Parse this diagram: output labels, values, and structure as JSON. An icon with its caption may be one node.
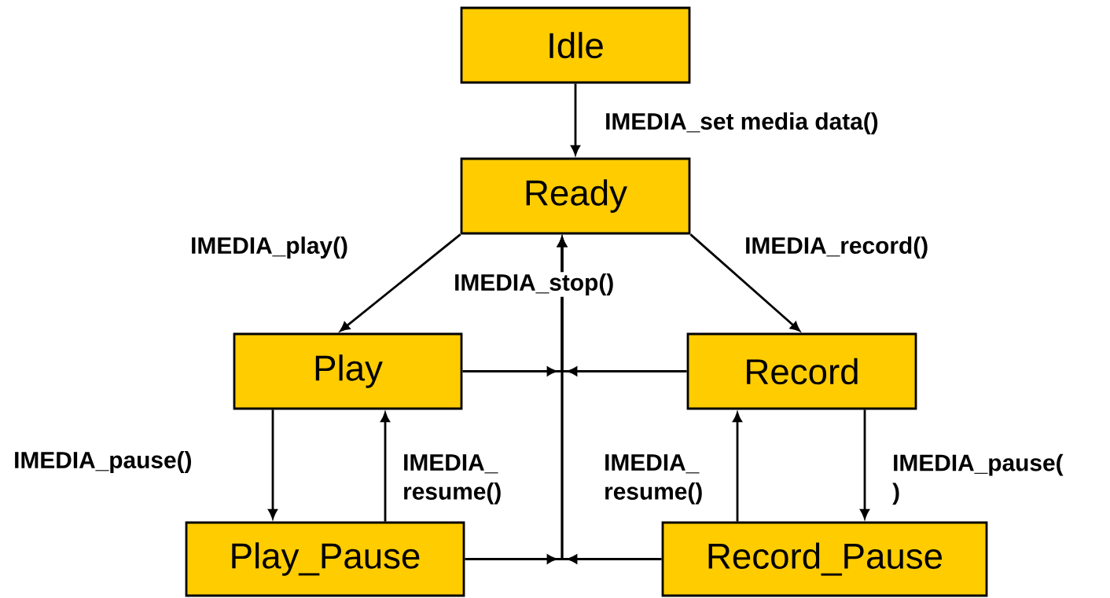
{
  "diagram": {
    "nodes": [
      {
        "text": [
          "Idle"
        ]
      },
      {
        "text": [
          "Ready"
        ]
      },
      {
        "text": [
          "Play"
        ]
      },
      {
        "text": [
          "Record"
        ]
      },
      {
        "text": [
          "Play_Pause"
        ]
      },
      {
        "text": [
          "Record_Pause"
        ]
      }
    ],
    "edges": [
      {
        "from": 0,
        "to": 1,
        "arrow": "to",
        "label": "IMEDIA_set media data()"
      },
      {
        "from": 1,
        "to": 2,
        "arrow": "to",
        "label": "IMEDIA_play()"
      },
      {
        "from": 1,
        "to": 3,
        "arrow": "to",
        "label": "IMEDIA_record()"
      },
      {
        "from": 2,
        "to": 4,
        "arrow": "to",
        "label": "IMEDIA_pause()"
      },
      {
        "from": 4,
        "to": 2,
        "arrow": "to",
        "label": "IMEDIA_ resume()"
      },
      {
        "from": 3,
        "to": 5,
        "arrow": "to",
        "label": "IMEDIA_pause( )"
      },
      {
        "from": 5,
        "to": 3,
        "arrow": "to",
        "label": "IMEDIA_ resume()"
      },
      {
        "from": 2,
        "to": 1,
        "arrow": "to",
        "label": "IMEDIA_stop()"
      },
      {
        "from": 3,
        "to": 1,
        "arrow": "to"
      },
      {
        "from": 4,
        "to": 1,
        "arrow": "to"
      },
      {
        "from": 5,
        "to": 1,
        "arrow": "to"
      }
    ]
  }
}
